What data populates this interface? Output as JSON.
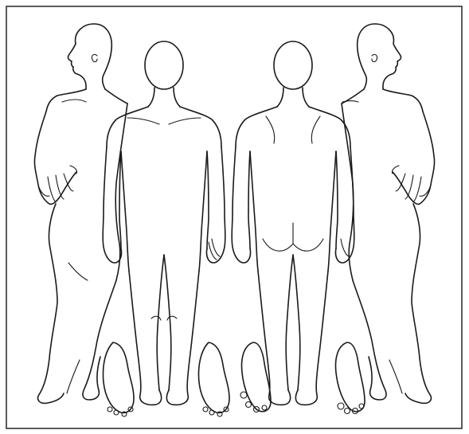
{
  "figure": {
    "kind": "body-outline-chart",
    "views": [
      "left-lateral",
      "anterior",
      "posterior",
      "right-lateral"
    ],
    "include_feet_soles": true,
    "colors": {
      "ink": "#1a1a1a",
      "paper": "#ffffff",
      "frame": "#333333"
    }
  }
}
